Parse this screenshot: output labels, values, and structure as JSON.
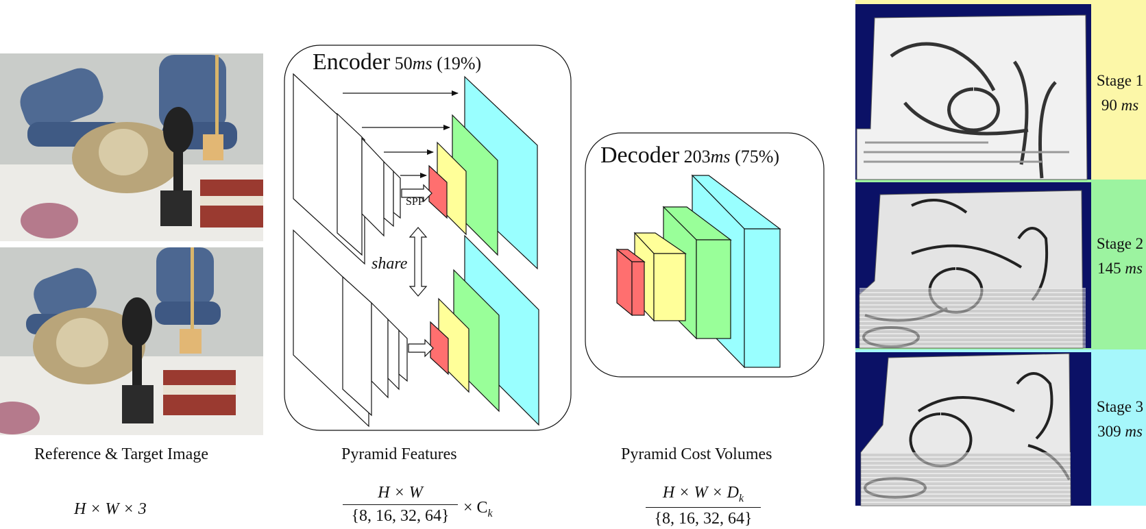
{
  "encoder": {
    "name": "Encoder",
    "time": "50",
    "unit": "ms",
    "pct": "(19%)"
  },
  "decoder": {
    "name": "Decoder",
    "time": "203",
    "unit": "ms",
    "pct": "(75%)"
  },
  "spp_label": "SPP",
  "share_label": "share",
  "captions": {
    "images": "Reference & Target Image",
    "features": "Pyramid Features",
    "volumes": "Pyramid Cost Volumes"
  },
  "dims": {
    "images": "H × W × 3",
    "features_num": "H × W",
    "features_den": "{8, 16, 32, 64}",
    "features_tail": "× C",
    "features_sub": "k",
    "volumes_num": "H × W × D",
    "volumes_sub": "k",
    "volumes_den": "{8, 16, 32, 64}"
  },
  "stages": [
    {
      "label": "Stage 1",
      "time": "90",
      "unit": "ms",
      "color": "#fcf7a8"
    },
    {
      "label": "Stage 2",
      "time": "145",
      "unit": "ms",
      "color": "#9cf3a0"
    },
    {
      "label": "Stage 3",
      "time": "309",
      "unit": "ms",
      "color": "#a6f7fb"
    }
  ],
  "colors": {
    "red": "#ff6f6f",
    "yellow": "#ffff99",
    "green": "#99ff99",
    "cyan": "#99ffff",
    "navy": "#0b1166"
  }
}
